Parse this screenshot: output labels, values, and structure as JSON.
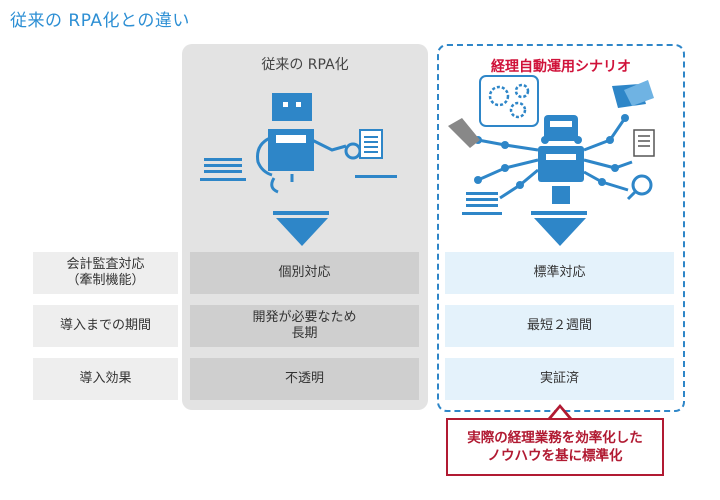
{
  "title": "従来の RPA化との違い",
  "columns": {
    "legacy": "従来の RPA化",
    "new": "経理自動運用シナリオ"
  },
  "rows": [
    {
      "label": "会計監査対応\n（牽制機能）",
      "legacy": "個別対応",
      "new": "標準対応"
    },
    {
      "label": "導入までの期間",
      "legacy": "開発が必要なため\n長期",
      "new": "最短２週間"
    },
    {
      "label": "導入効果",
      "legacy": "不透明",
      "new": "実証済"
    }
  ],
  "callout": "実際の経理業務を効率化した\nノウハウを基に標準化",
  "colors": {
    "title": "#2d8fd4",
    "accent_blue": "#2e86c8",
    "accent_red": "#b11a32",
    "legacy_bg": "#e3e3e3",
    "new_bg": "#e4f2fb"
  },
  "icons": [
    "robot-icon",
    "document-icon",
    "gear-icon",
    "wrench-icon",
    "magnifier-icon",
    "arrow-down-icon"
  ]
}
